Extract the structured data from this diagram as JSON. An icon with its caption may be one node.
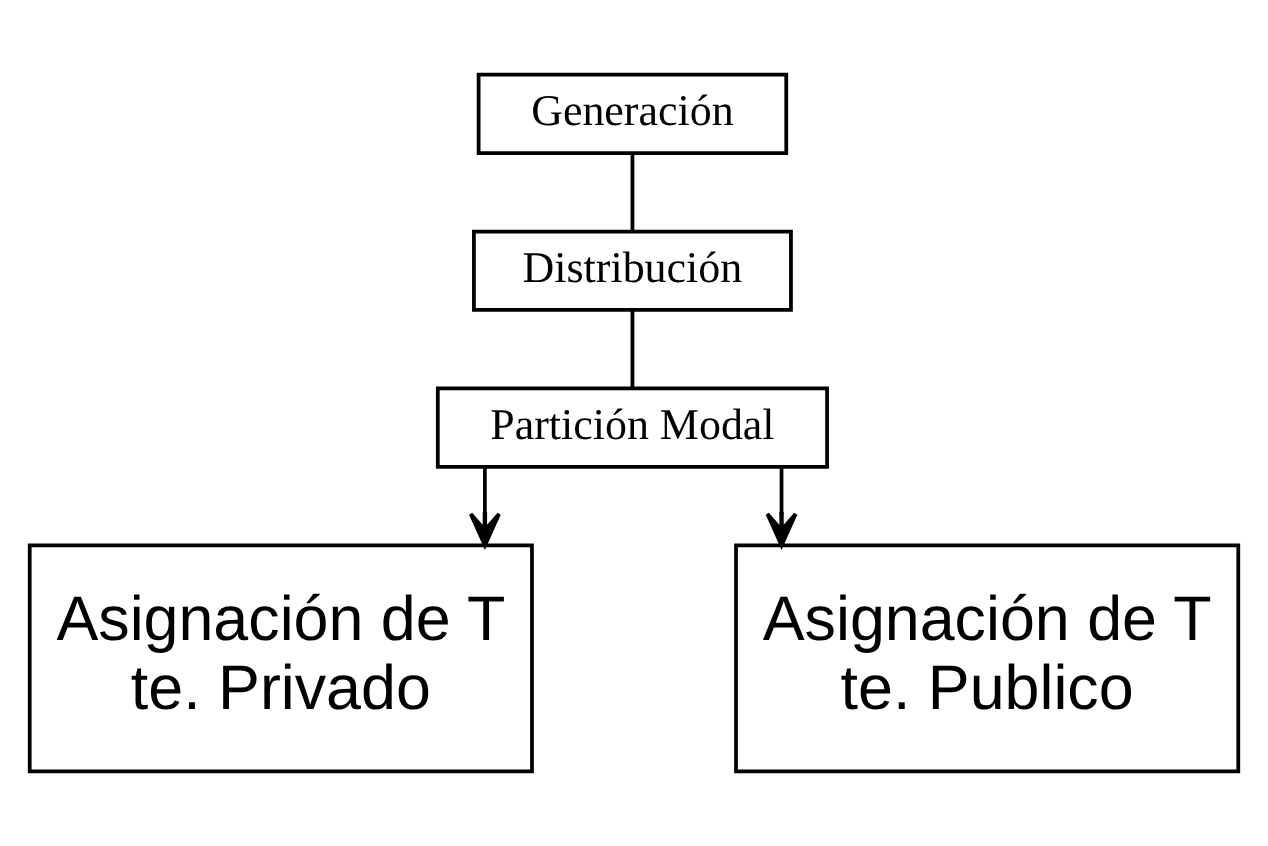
{
  "diagram": {
    "nodes": [
      {
        "text": [
          "Generación"
        ]
      },
      {
        "text": [
          "Distribución"
        ]
      },
      {
        "text": [
          "Partición Modal"
        ]
      },
      {
        "text": [
          "Asignación de T te. Privado"
        ]
      },
      {
        "text": [
          "Asignación de T te. Publico"
        ]
      }
    ],
    "edges": [
      {
        "from": 0,
        "to": 1,
        "arrow": "none"
      },
      {
        "from": 1,
        "to": 2,
        "arrow": "none"
      },
      {
        "from": 2,
        "to": 3,
        "arrow": "to"
      },
      {
        "from": 2,
        "to": 4,
        "arrow": "to"
      }
    ]
  }
}
